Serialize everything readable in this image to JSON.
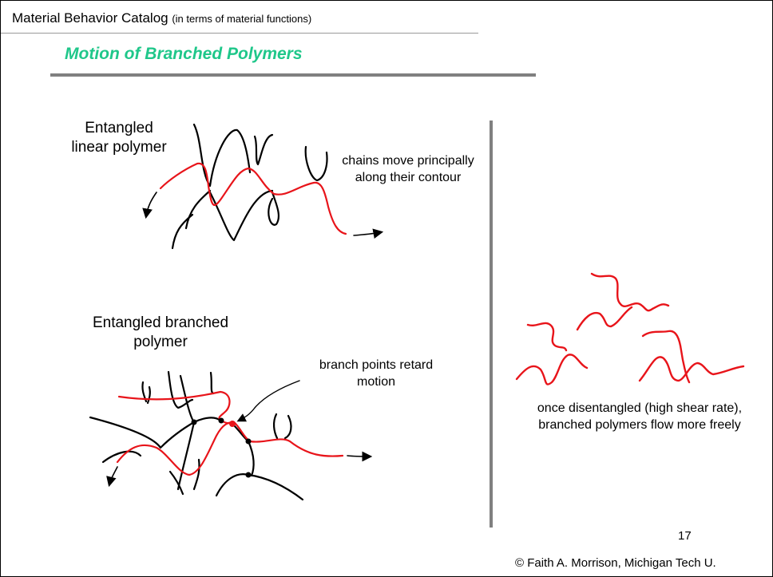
{
  "header": {
    "title": "Material Behavior Catalog",
    "subtitle": "(in terms of material functions)"
  },
  "slide_title": "Motion of Branched Polymers",
  "linear": {
    "label": "Entangled linear polymer",
    "note": "chains move principally along their contour"
  },
  "branched": {
    "label": "Entangled branched polymer",
    "note": "branch points retard motion"
  },
  "free": {
    "note": "once disentangled (high shear rate), branched polymers flow more freely"
  },
  "footer": {
    "page_number": "17",
    "copyright": "© Faith A. Morrison, Michigan Tech U."
  },
  "colors": {
    "accent_title": "#1fc78a",
    "chain_highlight": "#e8141a",
    "chain_other": "#000000",
    "rule": "#808080"
  }
}
